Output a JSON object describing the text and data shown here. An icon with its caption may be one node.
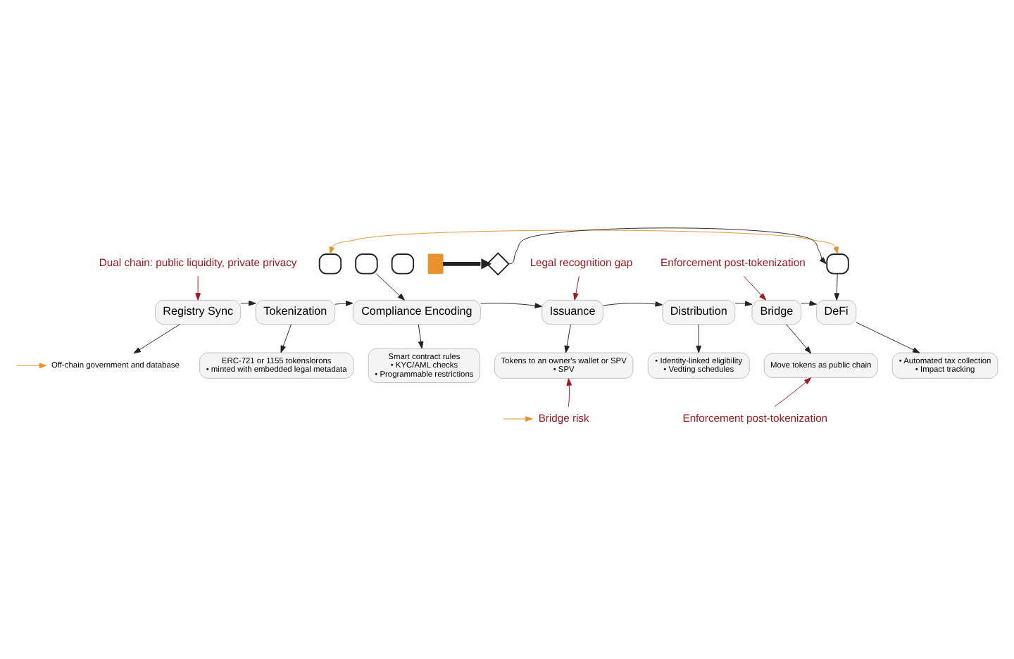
{
  "diagram": {
    "nodes": [
      {
        "text": [
          "Dual chain: public liquidity, private privacy"
        ]
      },
      {
        "text": [
          "Legal recognition gap"
        ]
      },
      {
        "text": [
          "Enforcement post-tokenization"
        ]
      },
      {
        "text": [],
        "shape": "picture"
      },
      {
        "text": [],
        "shape": "picture"
      },
      {
        "text": [],
        "shape": "picture"
      },
      {
        "text": [],
        "shape": "bar"
      },
      {
        "text": [],
        "shape": "diamond"
      },
      {
        "text": [],
        "shape": "picture"
      },
      {
        "text": [
          "Registry Sync"
        ]
      },
      {
        "text": [
          "Tokenization"
        ]
      },
      {
        "text": [
          "Compliance Encoding"
        ]
      },
      {
        "text": [
          "Issuance"
        ]
      },
      {
        "text": [
          "Distribution"
        ]
      },
      {
        "text": [
          "Bridge"
        ]
      },
      {
        "text": [
          "DeFi"
        ]
      },
      {
        "text": [
          "Off-chain government and database"
        ]
      },
      {
        "text": [
          "ERC-721 or 1155 tokenslorons",
          "• minted with embedded legal metadata"
        ]
      },
      {
        "text": [
          "Smart contract rules",
          "• KYC/AML checks",
          "• Programmable restrictions"
        ]
      },
      {
        "text": [
          "Tokens to an owner's wallet or SPV",
          "• SPV"
        ]
      },
      {
        "text": [
          "• Identity-linked eligibility",
          "• Vedting schedules"
        ]
      },
      {
        "text": [
          "Move tokens as public chain"
        ]
      },
      {
        "text": [
          "• Automated tax collection",
          "• Impact tracking"
        ]
      },
      {
        "text": [
          "Bridge risk"
        ]
      },
      {
        "text": [
          "Enforcement post-tokenization"
        ]
      }
    ],
    "edges": [
      {
        "from": 9,
        "to": 10,
        "arrow": "to"
      },
      {
        "from": 10,
        "to": 11,
        "arrow": "to"
      },
      {
        "from": 11,
        "to": 12,
        "arrow": "to"
      },
      {
        "from": 12,
        "to": 13,
        "arrow": "to"
      },
      {
        "from": 13,
        "to": 14,
        "arrow": "to"
      },
      {
        "from": 14,
        "to": 15,
        "arrow": "to"
      },
      {
        "from": 9,
        "to": 16,
        "arrow": "to"
      },
      {
        "from": 10,
        "to": 17,
        "arrow": "to"
      },
      {
        "from": 11,
        "to": 18,
        "arrow": "to"
      },
      {
        "from": 12,
        "to": 19,
        "arrow": "to"
      },
      {
        "from": 13,
        "to": 20,
        "arrow": "to"
      },
      {
        "from": 14,
        "to": 21,
        "arrow": "to"
      },
      {
        "from": 15,
        "to": 22,
        "arrow": "to"
      },
      {
        "from": 4,
        "to": 11,
        "arrow": "to"
      },
      {
        "from": 8,
        "to": 15,
        "arrow": "to"
      },
      {
        "from": 6,
        "to": 7,
        "arrow": "to",
        "style": "thick"
      },
      {
        "from": 7,
        "to": 8,
        "arrow": "to"
      },
      {
        "from": 3,
        "to": 8,
        "arrow": "both",
        "color": "#e8912d"
      },
      {
        "from": 0,
        "to": 9,
        "arrow": "to",
        "color": "#a3171c"
      },
      {
        "from": 1,
        "to": 12,
        "arrow": "to",
        "color": "#a3171c"
      },
      {
        "from": 2,
        "to": 14,
        "arrow": "to",
        "color": "#a3171c"
      },
      {
        "from": 23,
        "to": 19,
        "arrow": "to",
        "color": "#a3171c"
      },
      {
        "from": 24,
        "to": 21,
        "arrow": "to",
        "color": "#a3171c"
      },
      {
        "from": null,
        "to": 16,
        "arrow": "to",
        "color": "#e8912d"
      },
      {
        "from": null,
        "to": 23,
        "arrow": "to",
        "color": "#e8912d"
      }
    ]
  }
}
